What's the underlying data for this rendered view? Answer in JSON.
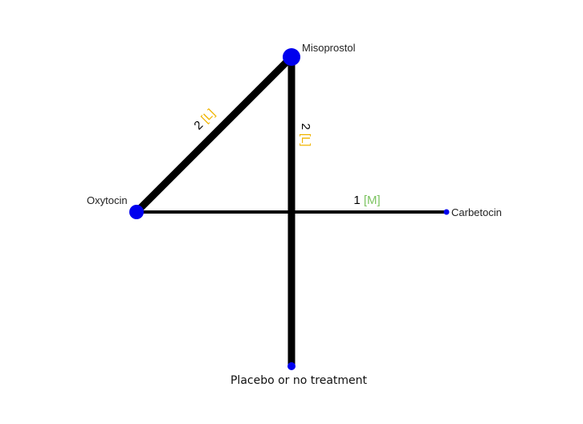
{
  "colors": {
    "background": "#ffffff",
    "edge": "#000000",
    "node": "#0000ee",
    "certainty_low": "#f0b400",
    "certainty_moderate": "#7dc462"
  },
  "nodes": {
    "misoprostol": "Misoprostol",
    "oxytocin": "Oxytocin",
    "carbetocin": "Carbetocin",
    "placebo": "Placebo or no treatment"
  },
  "edges": {
    "oxytocin_misoprostol": {
      "count": "2",
      "certainty": "[L]"
    },
    "misoprostol_placebo": {
      "count": "2",
      "certainty": "[L]"
    },
    "oxytocin_carbetocin": {
      "count": "1",
      "certainty": "[M]"
    }
  }
}
